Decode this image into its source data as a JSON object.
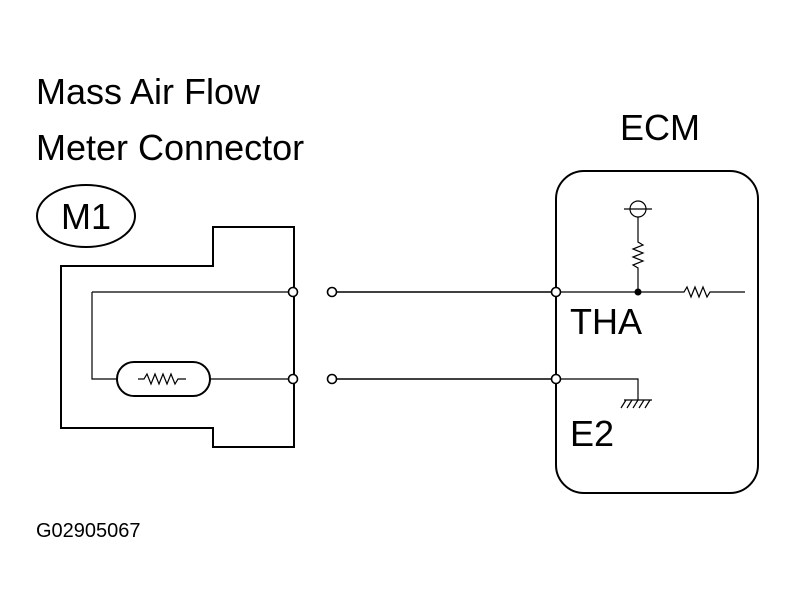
{
  "connector": {
    "title_line1": "Mass Air Flow",
    "title_line2": "Meter Connector",
    "code": "M1"
  },
  "ecm": {
    "label": "ECM",
    "terminals": [
      "THA",
      "E2"
    ]
  },
  "figure_id": "G02905067"
}
